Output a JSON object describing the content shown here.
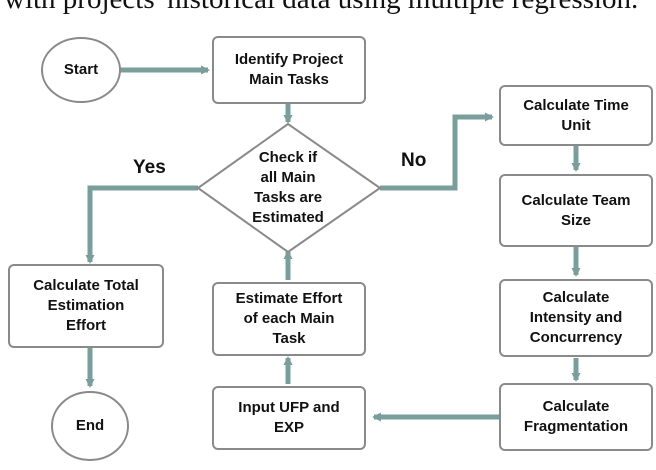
{
  "caption": "with projects' historical data using multiple regression.",
  "nodes": {
    "start": "Start",
    "identify": "Identify Project\nMain Tasks",
    "check": "Check if\nall Main\nTasks are\nEstimated",
    "total": "Calculate Total\nEstimation\nEffort",
    "end": "End",
    "estimate": "Estimate Effort\nof each Main\nTask",
    "input": "Input UFP and\nEXP",
    "time_unit": "Calculate Time\nUnit",
    "team_size": "Calculate Team\nSize",
    "intensity": "Calculate\nIntensity and\nConcurrency",
    "fragmentation": "Calculate\nFragmentation"
  },
  "branches": {
    "yes": "Yes",
    "no": "No"
  },
  "colors": {
    "arrow": "#7a9e9c",
    "border": "#8a8a8a",
    "text": "#111111"
  }
}
